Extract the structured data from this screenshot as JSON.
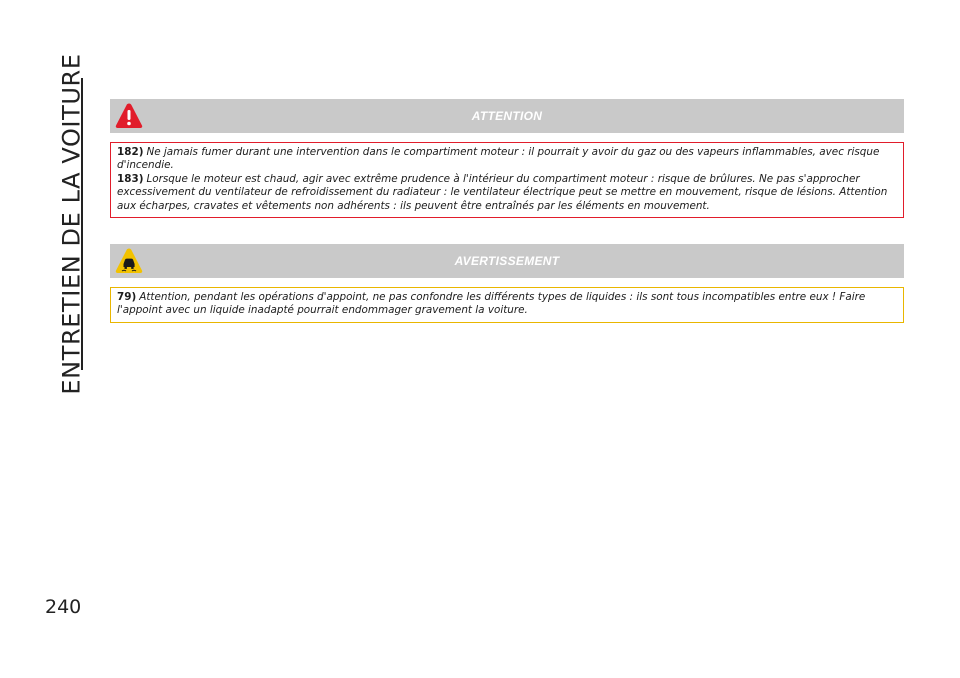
{
  "sidebar": {
    "chapter_title": "ENTRETIEN DE LA VOITURE"
  },
  "page_number": "240",
  "attention": {
    "icon": "warning-triangle-icon",
    "border_color": "#e11d2b",
    "title": "ATTENTION",
    "items": [
      {
        "ref": "182)",
        "text": "Ne jamais fumer durant une intervention dans le compartiment moteur : il pourrait y avoir du gaz ou des vapeurs inflammables, avec risque d'incendie."
      },
      {
        "ref": "183)",
        "text": "Lorsque le moteur est chaud, agir avec extrême prudence à l'intérieur du compartiment moteur : risque de brûlures. Ne pas s'approcher excessivement du ventilateur de refroidissement du radiateur : le ventilateur électrique peut se mettre en mouvement, risque de lésions. Attention aux écharpes, cravates et vêtements non adhérents : ils peuvent être entraînés par les éléments en mouvement."
      }
    ]
  },
  "avertissement": {
    "icon": "car-skid-warning-icon",
    "border_color": "#e9b600",
    "title": "AVERTISSEMENT",
    "items": [
      {
        "ref": "79)",
        "text": "Attention, pendant les opérations d'appoint, ne pas confondre les différents types de liquides : ils sont tous incompatibles entre eux ! Faire l'appoint avec un liquide inadapté pourrait endommager gravement la voiture."
      }
    ]
  }
}
